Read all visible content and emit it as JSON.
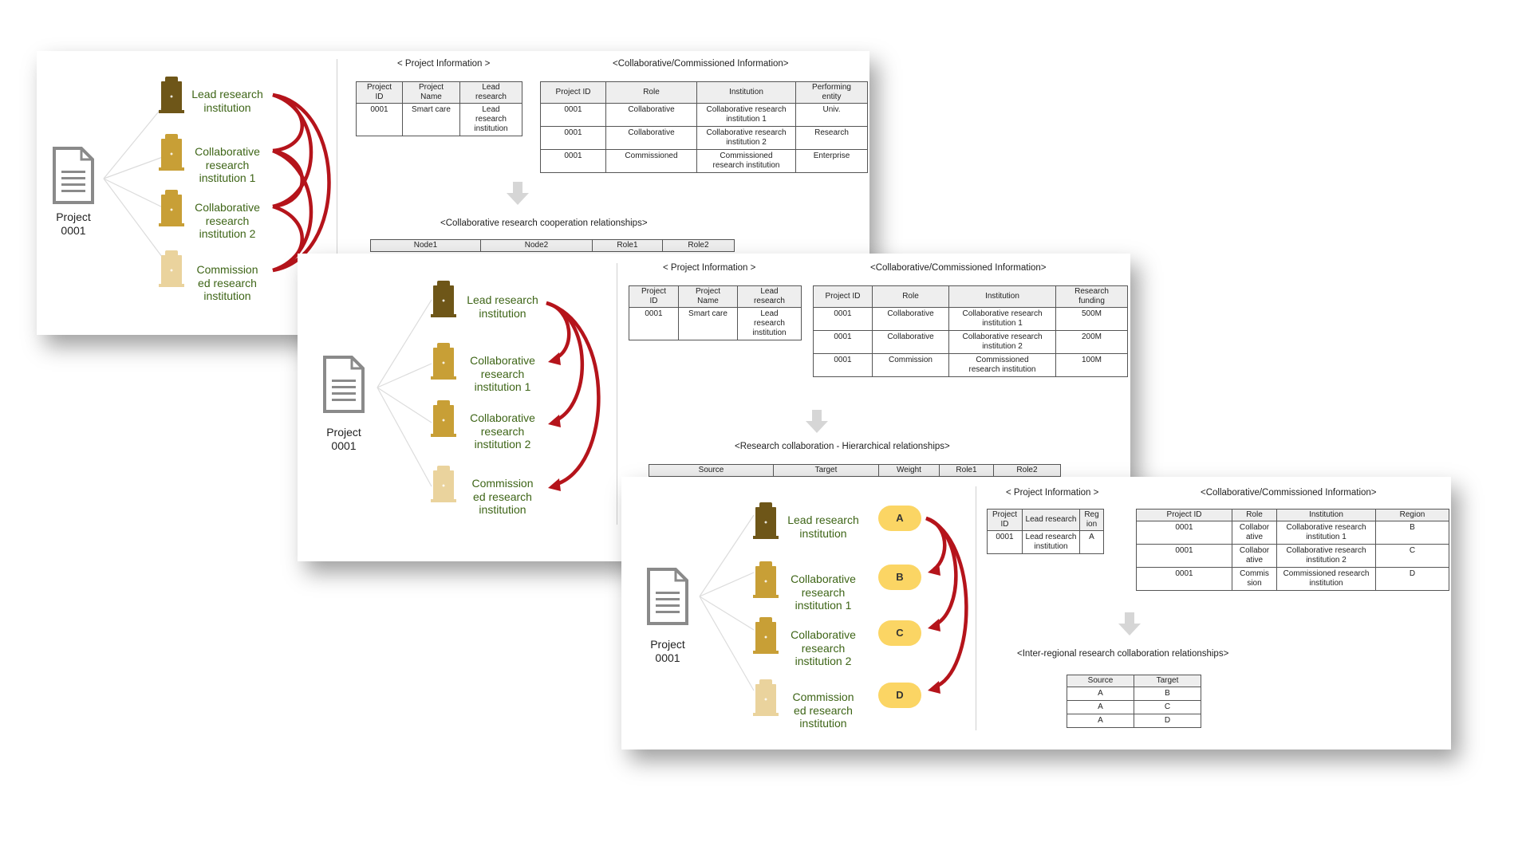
{
  "card1": {
    "project_label": "Project\n0001",
    "institutions": [
      "Lead research\ninstitution",
      "Collaborative\nresearch\ninstitution 1",
      "Collaborative\nresearch\ninstitution 2",
      "Commission\ned research\ninstitution"
    ],
    "project_info": {
      "title": "< Project Information >",
      "headers": [
        "Project\nID",
        "Project\nName",
        "Lead\nresearch"
      ],
      "rows": [
        [
          "0001",
          "Smart care",
          "Lead\nresearch\ninstitution"
        ]
      ]
    },
    "collab_info": {
      "title": "<Collaborative/Commissioned Information>",
      "headers": [
        "Project ID",
        "Role",
        "Institution",
        "Performing\nentity"
      ],
      "rows": [
        [
          "0001",
          "Collaborative",
          "Collaborative research\ninstitution 1",
          "Univ."
        ],
        [
          "0001",
          "Collaborative",
          "Collaborative research\ninstitution 2",
          "Research"
        ],
        [
          "0001",
          "Commissioned",
          "Commissioned\nresearch institution",
          "Enterprise"
        ]
      ]
    },
    "relation": {
      "title": "<Collaborative research cooperation relationships>",
      "headers": [
        "Node1",
        "Node2",
        "Role1",
        "Role2"
      ]
    }
  },
  "card2": {
    "project_label": "Project\n0001",
    "institutions": [
      "Lead research\ninstitution",
      "Collaborative\nresearch\ninstitution 1",
      "Collaborative\nresearch\ninstitution 2",
      "Commission\ned research\ninstitution"
    ],
    "project_info": {
      "title": "< Project Information >",
      "headers": [
        "Project\nID",
        "Project\nName",
        "Lead\nresearch"
      ],
      "rows": [
        [
          "0001",
          "Smart care",
          "Lead\nresearch\ninstitution"
        ]
      ]
    },
    "collab_info": {
      "title": "<Collaborative/Commissioned Information>",
      "headers": [
        "Project ID",
        "Role",
        "Institution",
        "Research\nfunding"
      ],
      "rows": [
        [
          "0001",
          "Collaborative",
          "Collaborative research\ninstitution 1",
          "500M"
        ],
        [
          "0001",
          "Collaborative",
          "Collaborative research\ninstitution 2",
          "200M"
        ],
        [
          "0001",
          "Commission",
          "Commissioned\nresearch institution",
          "100M"
        ]
      ]
    },
    "relation": {
      "title": "<Research collaboration - Hierarchical relationships>",
      "headers": [
        "Source",
        "Target",
        "Weight",
        "Role1",
        "Role2"
      ]
    }
  },
  "card3": {
    "project_label": "Project\n0001",
    "institutions": [
      "Lead research\ninstitution",
      "Collaborative\nresearch\ninstitution 1",
      "Collaborative\nresearch\ninstitution 2",
      "Commission\ned research\ninstitution"
    ],
    "regions": [
      "A",
      "B",
      "C",
      "D"
    ],
    "project_info": {
      "title": "< Project Information >",
      "headers": [
        "Project\nID",
        "Lead research",
        "Reg\nion"
      ],
      "rows": [
        [
          "0001",
          "Lead research\ninstitution",
          "A"
        ]
      ]
    },
    "collab_info": {
      "title": "<Collaborative/Commissioned Information>",
      "headers": [
        "Project ID",
        "Role",
        "Institution",
        "Region"
      ],
      "rows": [
        [
          "0001",
          "Collabor\native",
          "Collaborative research\ninstitution 1",
          "B"
        ],
        [
          "0001",
          "Collabor\native",
          "Collaborative research\ninstitution 2",
          "C"
        ],
        [
          "0001",
          "Commis\nsion",
          "Commissioned research\ninstitution",
          "D"
        ]
      ]
    },
    "relation": {
      "title": "<Inter-regional research collaboration relationships>",
      "headers": [
        "Source",
        "Target"
      ],
      "rows": [
        [
          "A",
          "B"
        ],
        [
          "A",
          "C"
        ],
        [
          "A",
          "D"
        ]
      ]
    }
  },
  "colors": {
    "arrow": "#b5141b",
    "label_green": "#3e6517",
    "building_dark": "#6e5618",
    "building_mid": "#c89f36",
    "building_light": "#ead39d",
    "region_pill": "#fbd564"
  }
}
